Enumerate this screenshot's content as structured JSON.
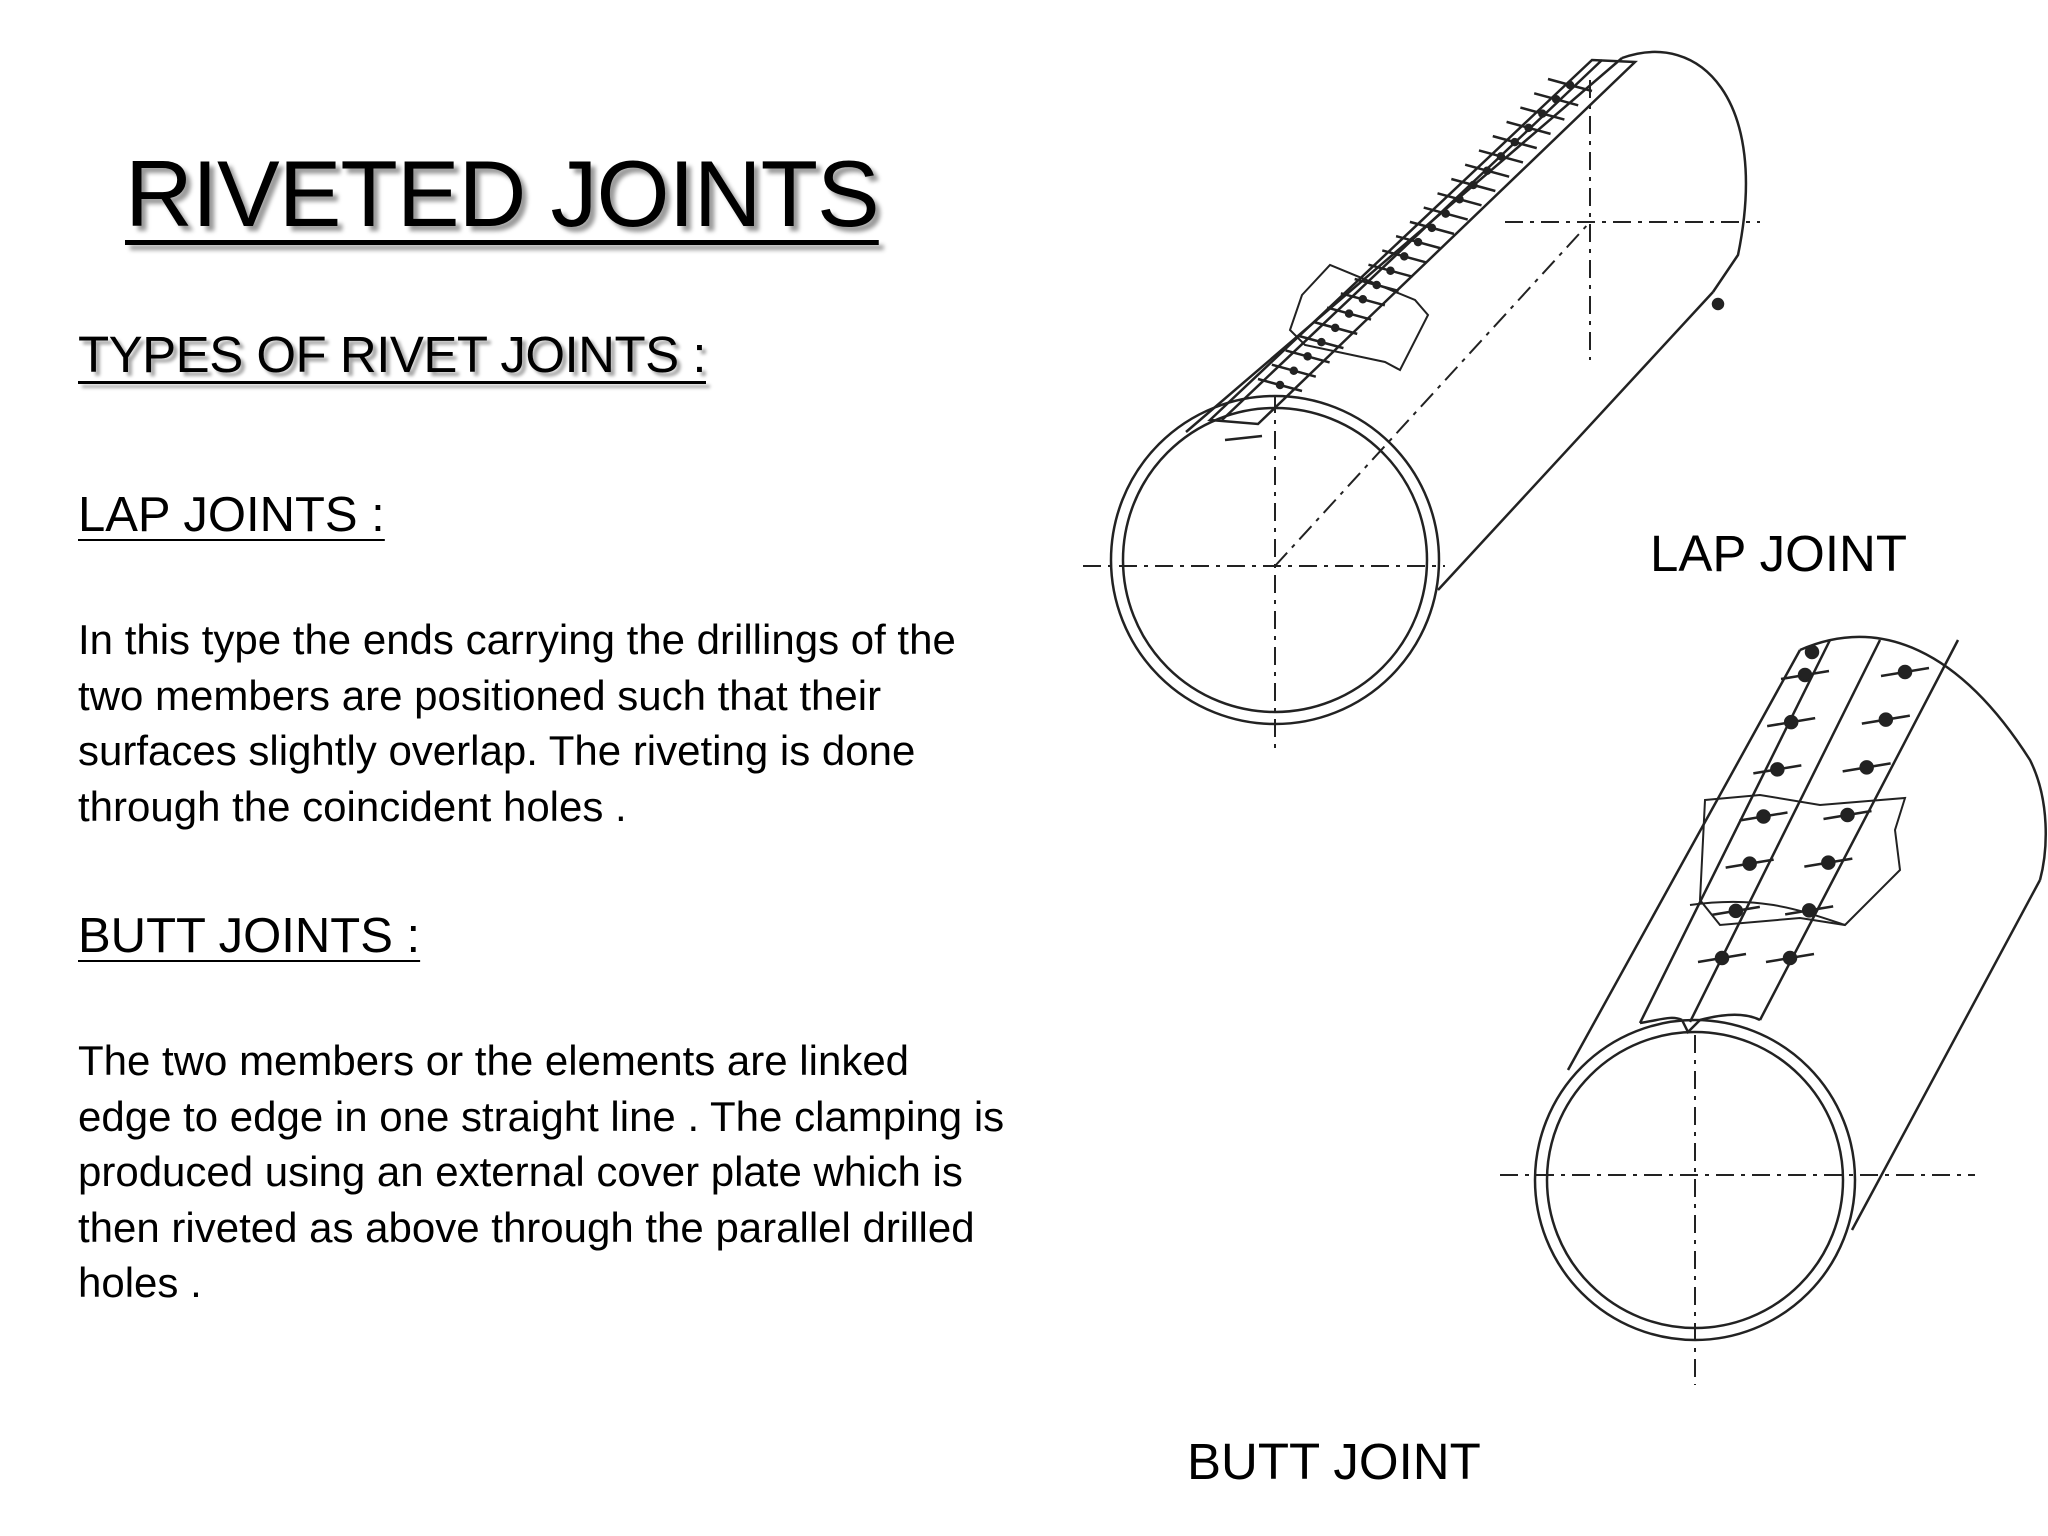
{
  "title": "RIVETED JOINTS",
  "subtitle": "TYPES OF RIVET JOINTS :",
  "lap": {
    "heading": "LAP JOINTS :",
    "lines": [
      "In this type the ends carrying  the drillings of the",
      "two members are positioned such that their",
      "surfaces slightly overlap. The riveting is done",
      "through the coincident holes ."
    ],
    "figure_label": "LAP JOINT"
  },
  "butt": {
    "heading": "BUTT JOINTS :",
    "lines": [
      "The two members or the elements are linked",
      "edge to edge in one straight line . The clamping is",
      "produced using an external cover plate which is",
      "then riveted as above through the parallel drilled",
      "holes ."
    ],
    "figure_label": "BUTT  JOINT"
  },
  "colors": {
    "text": "#000000",
    "background": "#ffffff",
    "title_shadow": "#9a9a9a"
  }
}
